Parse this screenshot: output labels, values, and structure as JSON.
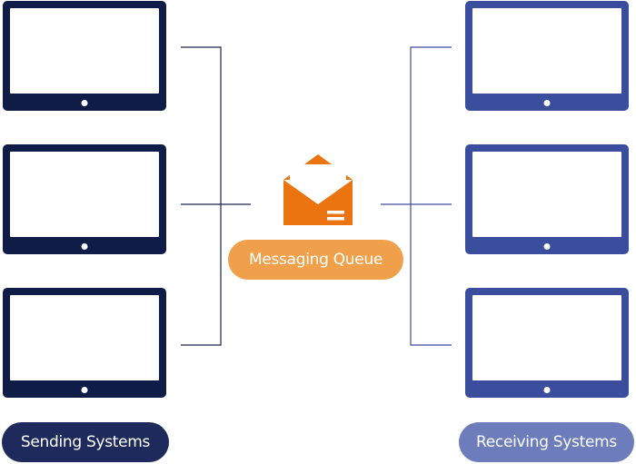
{
  "sending_label": "Sending Systems",
  "receiving_label": "Receiving Systems",
  "queue_label": "Messaging Queue",
  "colors": {
    "sender_device": "#0f1c48",
    "receiver_device": "#3b4e9e",
    "queue_accent": "#f0a04a",
    "envelope": "#ec7410",
    "sending_pill": "#1d2a5b",
    "receiving_pill": "#6d7cbb"
  },
  "icons": [
    "envelope-icon"
  ]
}
